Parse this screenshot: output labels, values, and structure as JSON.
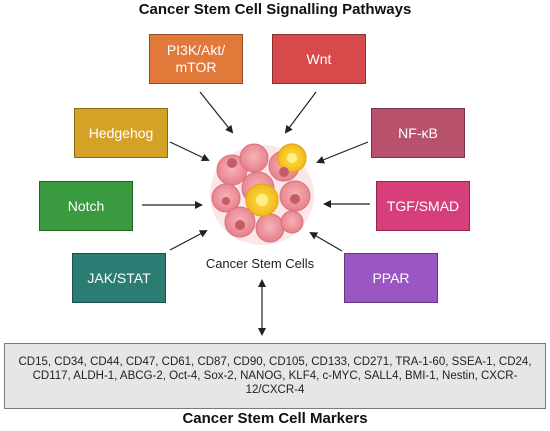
{
  "title_top": "Cancer Stem Cell Signalling Pathways",
  "title_bottom": "Cancer Stem Cell Markers",
  "center_label": "Cancer Stem Cells",
  "pathways": {
    "pi3k": {
      "label": "PI3K/Akt/\nmTOR",
      "color": "#e0793a"
    },
    "wnt": {
      "label": "Wnt",
      "color": "#d64a4c"
    },
    "hedgehog": {
      "label": "Hedgehog",
      "color": "#d4a226"
    },
    "nfkb": {
      "label": "NF-κB",
      "color": "#b8516c"
    },
    "notch": {
      "label": "Notch",
      "color": "#3a9a40"
    },
    "tgf": {
      "label": "TGF/SMAD",
      "color": "#d63f7a"
    },
    "jak": {
      "label": "JAK/STAT",
      "color": "#2b7c72"
    },
    "ppar": {
      "label": "PPAR",
      "color": "#9a56c2"
    }
  },
  "markers": "CD15, CD34, CD44, CD47, CD61, CD87, CD90, CD105, CD133, CD271, TRA-1-60, SSEA-1, CD24, CD117, ALDH-1, ABCG-2, Oct-4, Sox-2, NANOG, KLF4, c-MYC, SALL4, BMI-1, Nestin, CXCR-12/CXCR-4",
  "icons": {
    "cell_cluster": "cancer-cell-cluster-icon"
  }
}
